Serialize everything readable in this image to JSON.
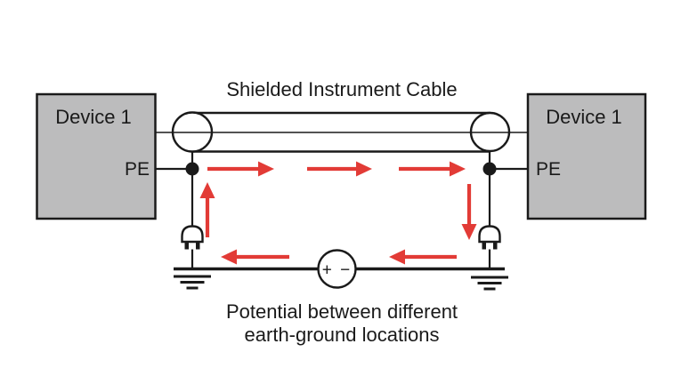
{
  "colors": {
    "line": "#1a1a1a",
    "arrow_red": "#e23b36",
    "device_fill": "#bcbcbd"
  },
  "labels": {
    "title": "Shielded Instrument Cable",
    "device_left": "Device 1",
    "device_right": "Device 1",
    "pe_left": "PE",
    "pe_right": "PE",
    "source_polarity": "+ −",
    "caption_line1": "Potential between different",
    "caption_line2": "earth-ground locations"
  },
  "icons": {
    "shield_connector": "circle-on-cable",
    "junction": "filled-dot",
    "plug": "power-plug",
    "earth_ground": "three-bar-ground",
    "voltage_source": "circle-plus-minus",
    "current_flow": "red-arrow"
  }
}
